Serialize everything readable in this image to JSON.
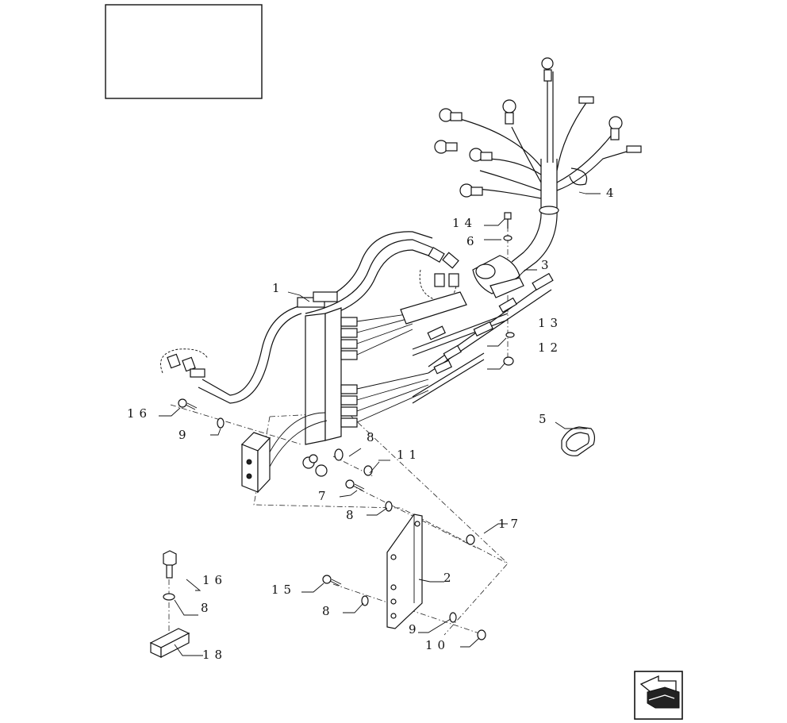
{
  "diagram": {
    "labels": {
      "l1": "1",
      "l2": "2",
      "l3": "3",
      "l4": "4",
      "l5": "5",
      "l6": "6",
      "l7": "7",
      "l8a": "8",
      "l8b": "8",
      "l8c": "8",
      "l8d": "8",
      "l9a": "9",
      "l9b": "9",
      "l10": "10",
      "l11": "11",
      "l12": "12",
      "l13": "13",
      "l14": "14",
      "l15": "15",
      "l16a": "16",
      "l16b": "16",
      "l17": "17",
      "l18": "18"
    }
  },
  "colors": {
    "ink": "#111111",
    "background": "#ffffff"
  },
  "icons": {
    "nav_arrow": "back-arrow-icon"
  }
}
